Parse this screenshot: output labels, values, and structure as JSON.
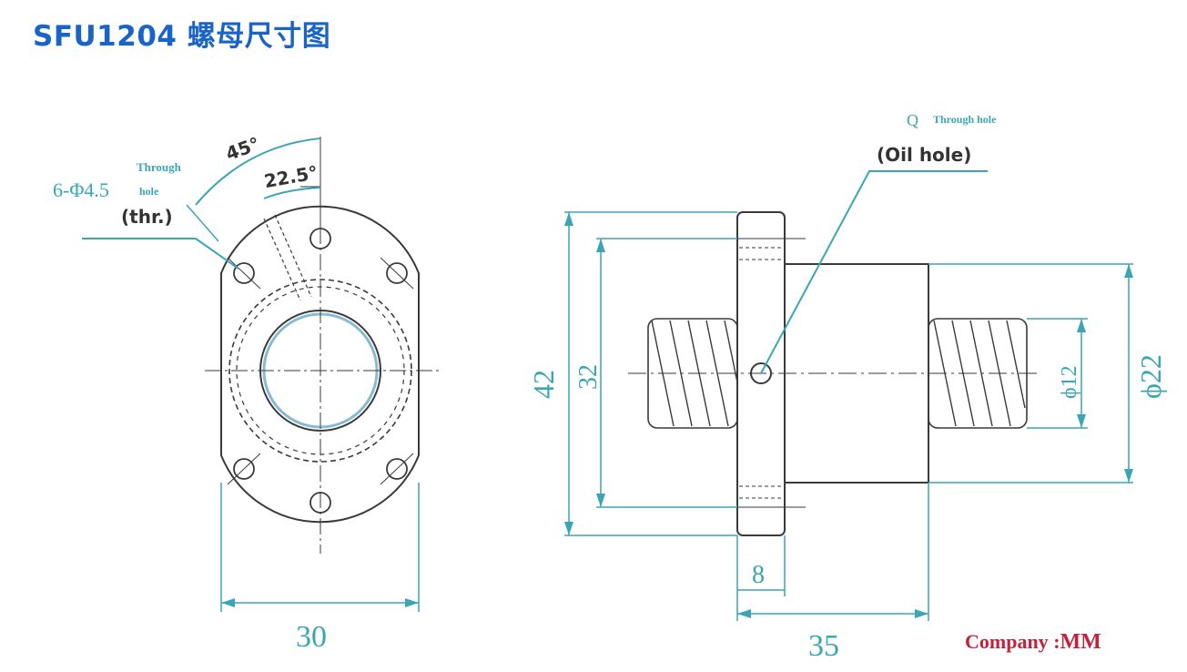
{
  "title": "SFU1204 螺母尺寸图",
  "left_view": {
    "hole_callout": "6-Φ4.5",
    "through_hole_line1": "Through",
    "through_hole_line2": "hole",
    "thr_label": "(thr.)",
    "angle_outer": "45°",
    "angle_inner": "22.5°",
    "width_dim": "30"
  },
  "right_view": {
    "oil_q": "Q",
    "oil_through": "Through hole",
    "oil_hole": "(Oil hole)",
    "flange_dia": "42",
    "bolt_circle": "32",
    "flange_thickness": "8",
    "nut_length": "35",
    "screw_dia": "ϕ12",
    "nut_dia": "ϕ22"
  },
  "company": {
    "label": "Company",
    "separator": " :",
    "value": "MM"
  },
  "colors": {
    "title": "#1a64c8",
    "dimension": "#3aa6b5",
    "ink": "#3a3a3a",
    "company": "#c0233b"
  }
}
